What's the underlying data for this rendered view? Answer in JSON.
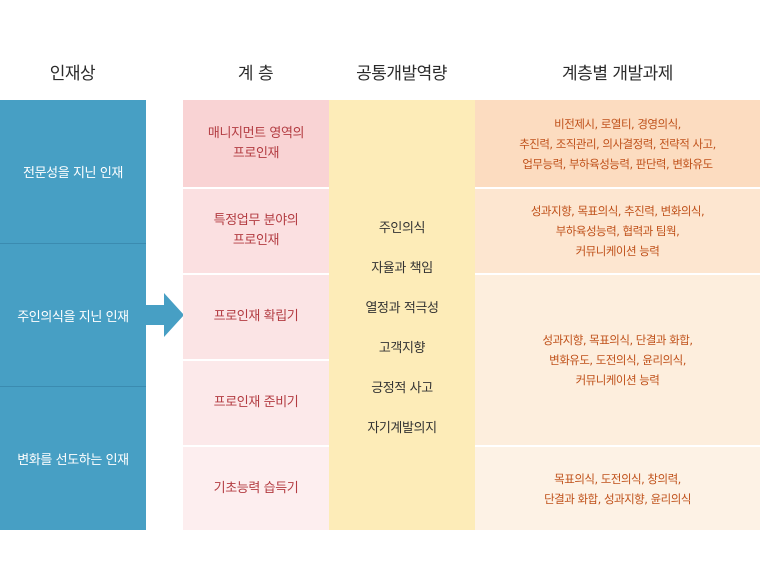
{
  "headers": {
    "talent": "인재상",
    "level": "계 층",
    "common": "공통개발역량",
    "tasks": "계층별 개발과제"
  },
  "talents": [
    "전문성을 지닌 인재",
    "주인의식을 지닌 인재",
    "변화를 선도하는 인재"
  ],
  "levels": [
    [
      "매니지먼트 영역의",
      "프로인재"
    ],
    [
      "특정업무 분야의",
      "프로인재"
    ],
    [
      "프로인재 확립기"
    ],
    [
      "프로인재 준비기"
    ],
    [
      "기초능력 습득기"
    ]
  ],
  "common_competencies": [
    "주인의식",
    "자율과 책임",
    "열정과 적극성",
    "고객지향",
    "긍정적 사고",
    "자기계발의지"
  ],
  "tasks": [
    [
      "비전제시, 로열티, 경영의식,",
      "추진력, 조직관리, 의사결정력, 전략적 사고,",
      "업무능력, 부하육성능력, 판단력, 변화유도"
    ],
    [
      "성과지향, 목표의식, 추진력, 변화의식,",
      "부하육성능력, 협력과 팀웍,",
      "커뮤니케이션 능력"
    ],
    [
      "성과지향, 목표의식, 단결과 화합,",
      "변화유도, 도전의식, 윤리의식,",
      "커뮤니케이션 능력"
    ],
    [
      "목표의식, 도전의식, 창의력,",
      "단결과 화합, 성과지향, 윤리의식"
    ]
  ],
  "colors": {
    "talent_bg": "#479fc4",
    "level_text": "#b33c42",
    "common_bg": "#fdecb8",
    "task_text": "#c0521b"
  },
  "icons": {
    "arrow": "right-arrow-icon"
  }
}
